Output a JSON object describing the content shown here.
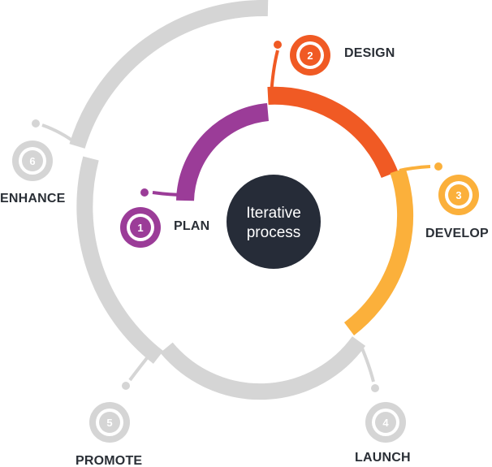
{
  "center": {
    "line1": "Iterative",
    "line2": "process",
    "color": "#262c38"
  },
  "colors": {
    "plan": "#9b3c98",
    "design": "#f05a24",
    "develop": "#fbb03b",
    "inactive": "#d5d5d5",
    "label": "#2a2f36"
  },
  "steps": [
    {
      "num": "1",
      "label": "PLAN",
      "color": "#9b3c98"
    },
    {
      "num": "2",
      "label": "DESIGN",
      "color": "#f05a24"
    },
    {
      "num": "3",
      "label": "DEVELOP",
      "color": "#fbb03b"
    },
    {
      "num": "4",
      "label": "LAUNCH",
      "color": "#d5d5d5"
    },
    {
      "num": "5",
      "label": "PROMOTE",
      "color": "#d5d5d5"
    },
    {
      "num": "6",
      "label": "ENHANCE",
      "color": "#d5d5d5"
    }
  ]
}
